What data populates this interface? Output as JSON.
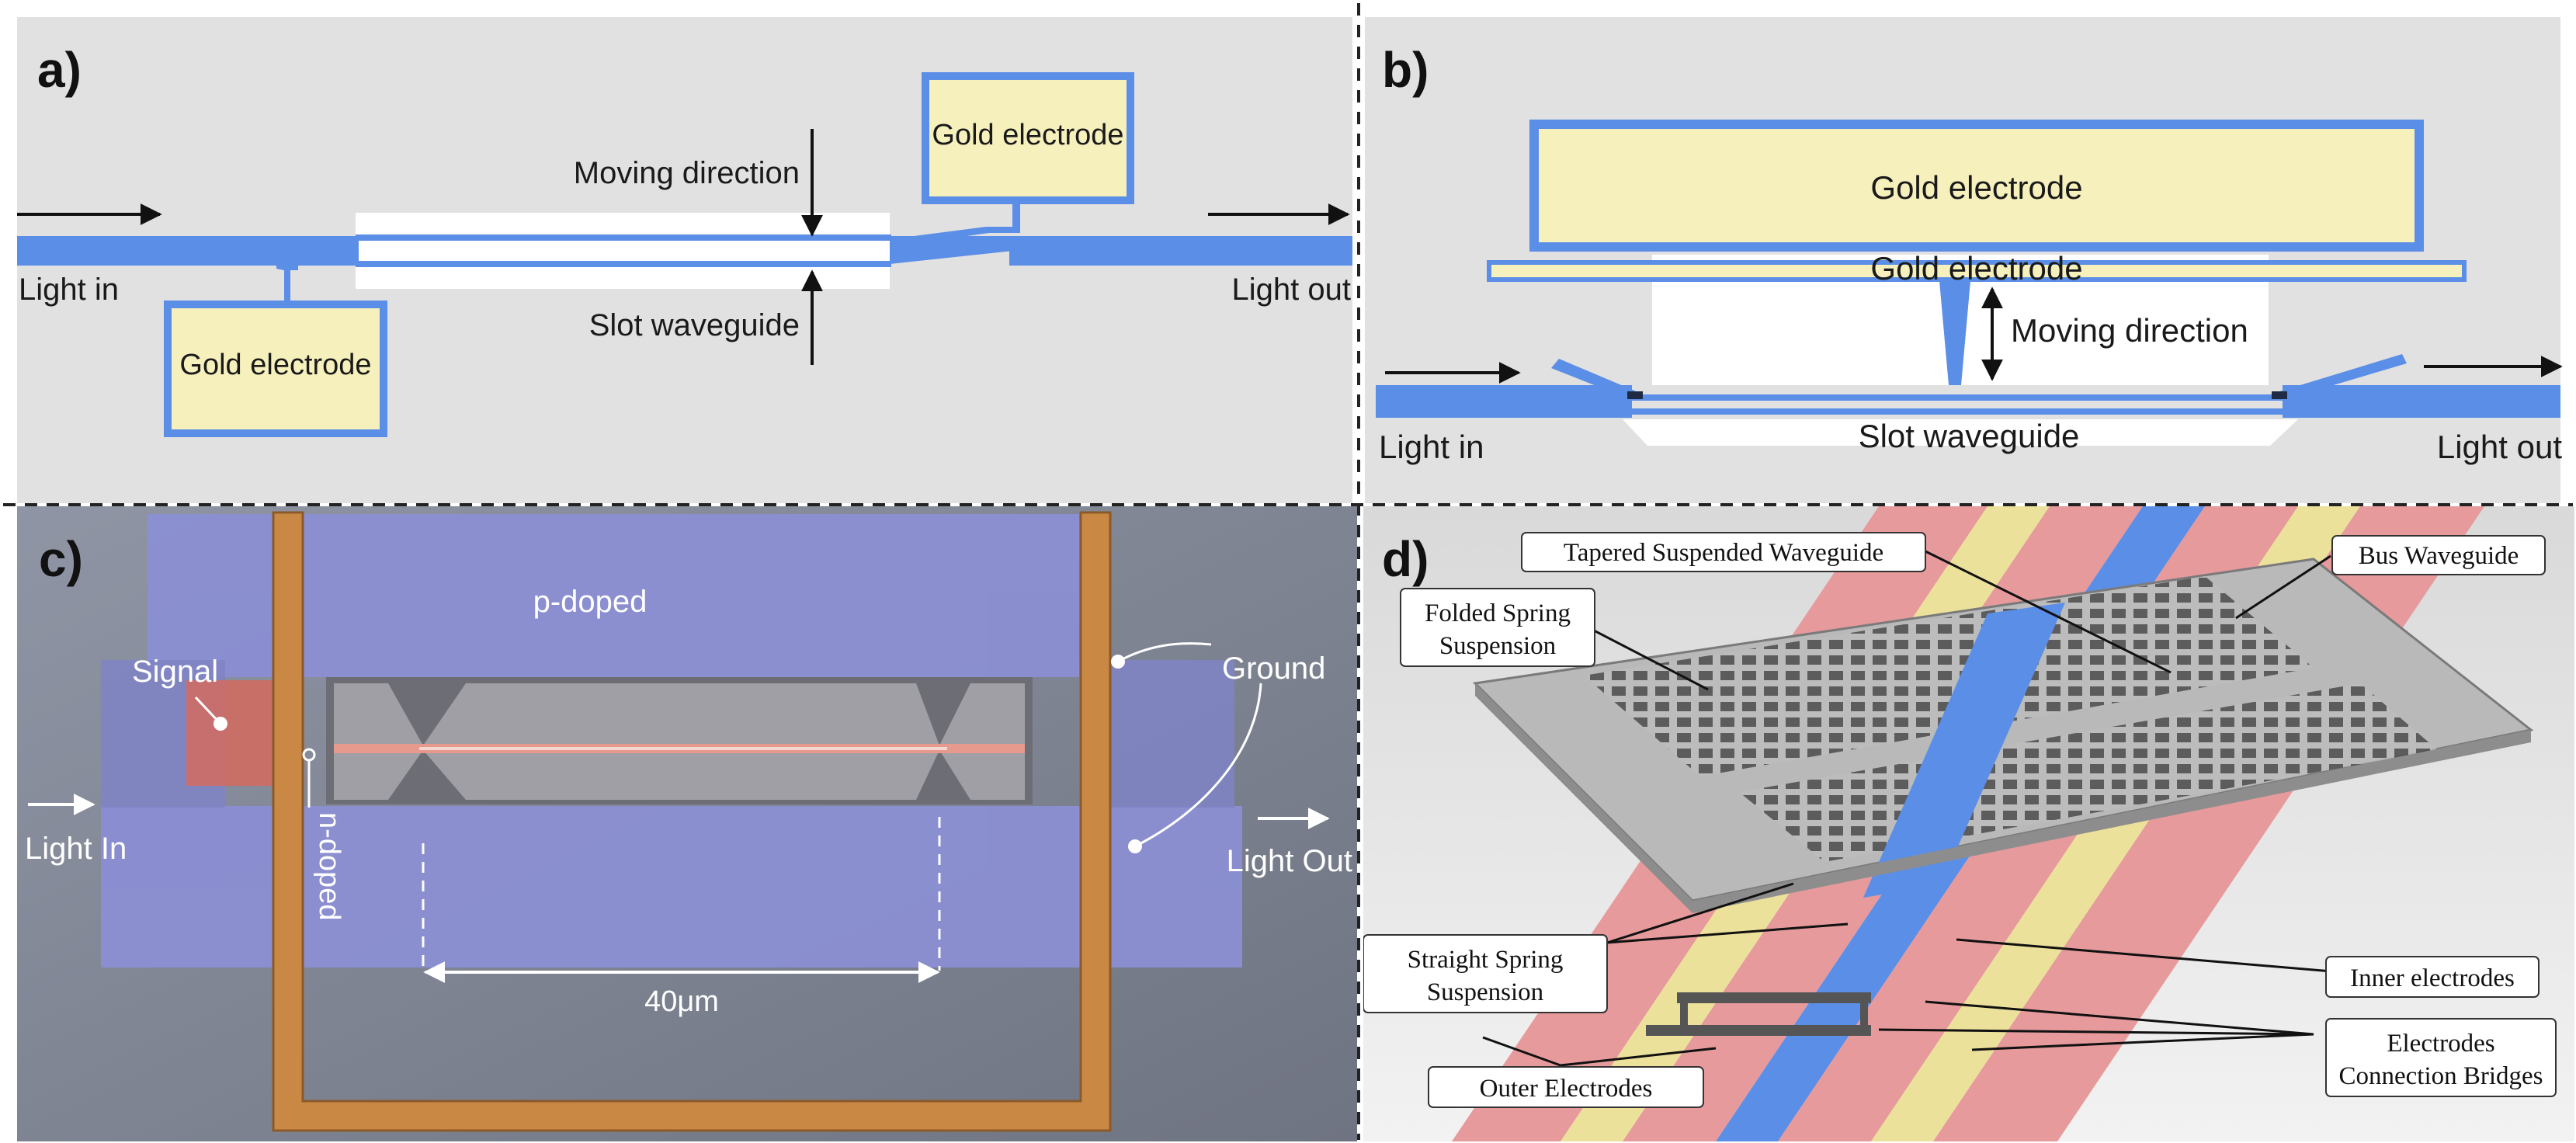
{
  "panels": {
    "a": {
      "letter": "a)",
      "labels": {
        "light_in": "Light in",
        "light_out": "Light out",
        "electrode_top": "Gold electrode",
        "electrode_bottom": "Gold electrode",
        "moving_direction": "Moving direction",
        "slot_waveguide": "Slot waveguide"
      }
    },
    "b": {
      "letter": "b)",
      "labels": {
        "electrode_big": "Gold electrode",
        "electrode_strip": "Gold electrode",
        "moving_direction": "Moving direction",
        "slot_waveguide": "Slot waveguide",
        "light_in": "Light in",
        "light_out": "Light out"
      }
    },
    "c": {
      "letter": "c)",
      "labels": {
        "p_doped": "p-doped",
        "signal": "Signal",
        "ground": "Ground",
        "light_in": "Light In",
        "light_out": "Light Out",
        "n_doped": "n-doped",
        "length": "40μm"
      }
    },
    "d": {
      "letter": "d)",
      "labels": {
        "tapered": "Tapered Suspended Waveguide",
        "bus": "Bus Waveguide",
        "folded_1": "Folded Spring",
        "folded_2": "Suspension",
        "straight_1": "Straight Spring",
        "straight_2": "Suspension",
        "inner": "Inner electrodes",
        "bridges_1": "Electrodes",
        "bridges_2": "Connection Bridges",
        "outer": "Outer Electrodes"
      }
    }
  },
  "colors": {
    "waveguide_blue": "#5b8ee6",
    "gold_fill": "#f6f0bd",
    "panel_bg": "#e1e1e1",
    "doped_purple": "#8b8fd3",
    "frame_orange": "#c98844",
    "electrode_red": "#e69a9c",
    "electrode_yellow": "#ece19a"
  }
}
